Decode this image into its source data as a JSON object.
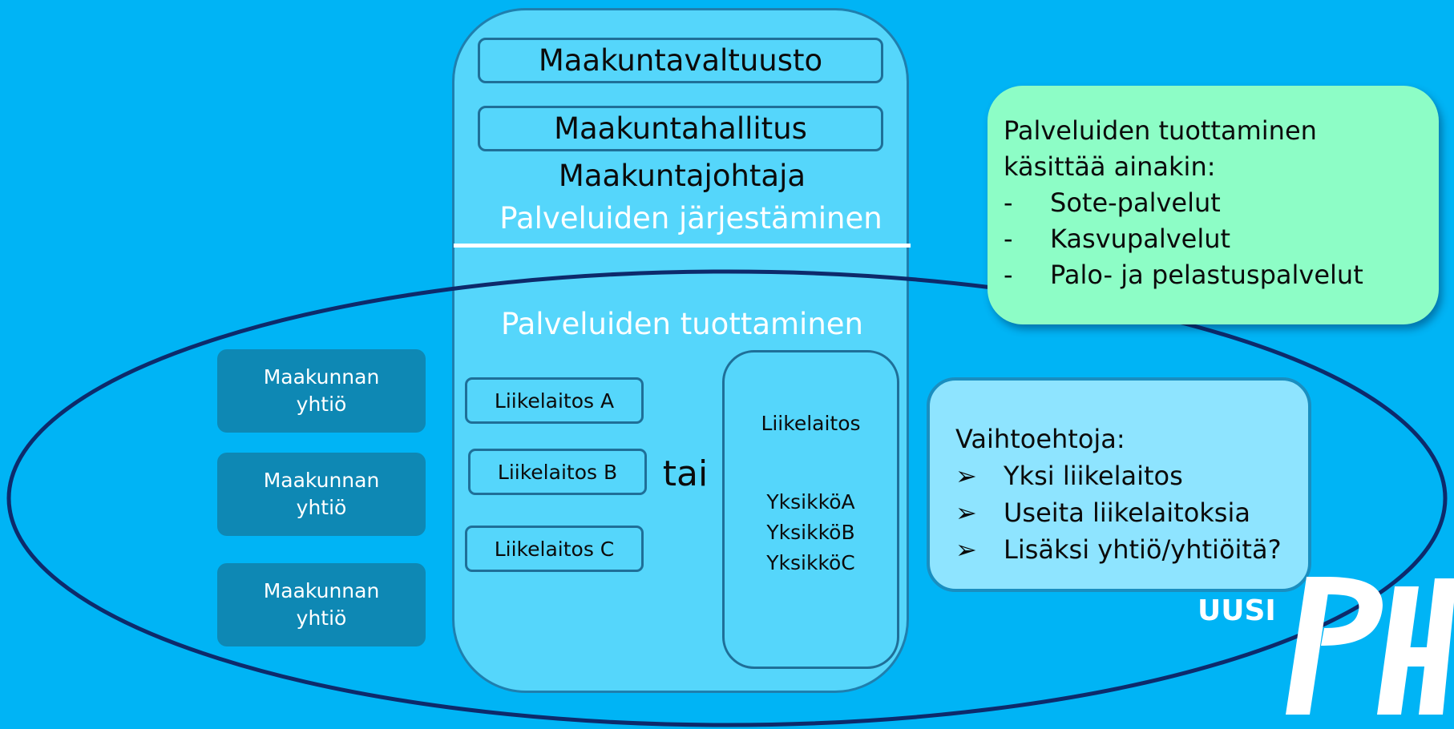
{
  "colors": {
    "background": "#00b4f5",
    "main_column": "#55d6fb",
    "company_box": "#0e88b4",
    "ellipse_stroke": "#0d2a6b",
    "green_card": "#8dfdc6",
    "options_card": "#8ee4ff",
    "divider": "#ffffff"
  },
  "organizer": {
    "council": "Maakuntavaltuusto",
    "board": "Maakuntahallitus",
    "director": "Maakuntajohtaja",
    "organizing_label": "Palveluiden järjestäminen"
  },
  "production": {
    "label": "Palveluiden tuottaminen",
    "companies": [
      {
        "line1": "Maakunnan",
        "line2": "yhtiö"
      },
      {
        "line1": "Maakunnan",
        "line2": "yhtiö"
      },
      {
        "line1": "Maakunnan",
        "line2": "yhtiö"
      }
    ],
    "enterprises": [
      "Liikelaitos A",
      "Liikelaitos B",
      "Liikelaitos C"
    ],
    "or_label": "tai",
    "single_enterprise": {
      "title": "Liikelaitos",
      "units": [
        "YksikköA",
        "YksikköB",
        "YksikköC"
      ]
    }
  },
  "info_card": {
    "line1": "Palveluiden tuottaminen",
    "line2": "käsittää ainakin:",
    "bullet_mark": "-",
    "bullets": [
      "Sote-palvelut",
      "Kasvupalvelut",
      "Palo- ja pelastuspalvelut"
    ]
  },
  "options_card": {
    "title": "Vaihtoehtoja:",
    "bullet_mark": "➢",
    "options": [
      "Yksi liikelaitos",
      "Useita liikelaitoksia",
      "Lisäksi yhtiö/yhtiöitä?"
    ]
  },
  "logo": {
    "text": "UUSI",
    "icon": "ph-logo-mark"
  }
}
